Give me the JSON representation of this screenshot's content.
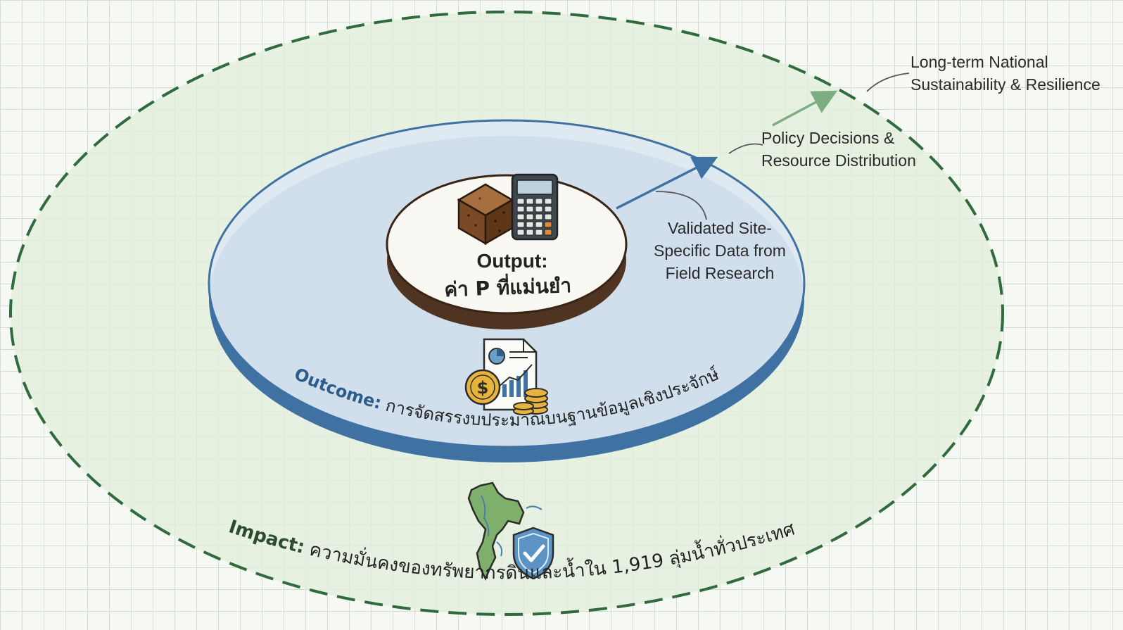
{
  "output": {
    "label": "Output:",
    "value": "ค่า P ที่แม่นยำ",
    "icons": [
      "soil-block-icon",
      "calculator-icon"
    ]
  },
  "outcome": {
    "label": "Outcome:",
    "text": "การจัดสรรงบประมาณบนฐานข้อมูลเชิงประจักษ์",
    "icons": [
      "budget-report-icon",
      "coin-stack-icon"
    ]
  },
  "impact": {
    "label": "Impact:",
    "text": "ความมั่นคงของทรัพยากรดินและน้ำใน 1,919 ลุ่มน้ำทั่วประเทศ",
    "icons": [
      "thailand-map-icon",
      "shield-check-icon"
    ]
  },
  "callouts": {
    "validated": [
      "Validated Site-",
      "Specific Data from",
      "Field Research"
    ],
    "policy": [
      "Policy Decisions &",
      "Resource Distribution"
    ],
    "longterm": [
      "Long-term National",
      "Sustainability & Resilience"
    ]
  },
  "colors": {
    "impact_fill": "#e3eedb",
    "impact_border": "#2f6b3c",
    "outcome_fill": "#dde8f3",
    "outcome_rim": "#3f72a3",
    "output_fill": "#faf8f2",
    "output_rim": "#4f3421",
    "arrow_blue": "#3f72a3",
    "arrow_green": "#7cae82"
  }
}
